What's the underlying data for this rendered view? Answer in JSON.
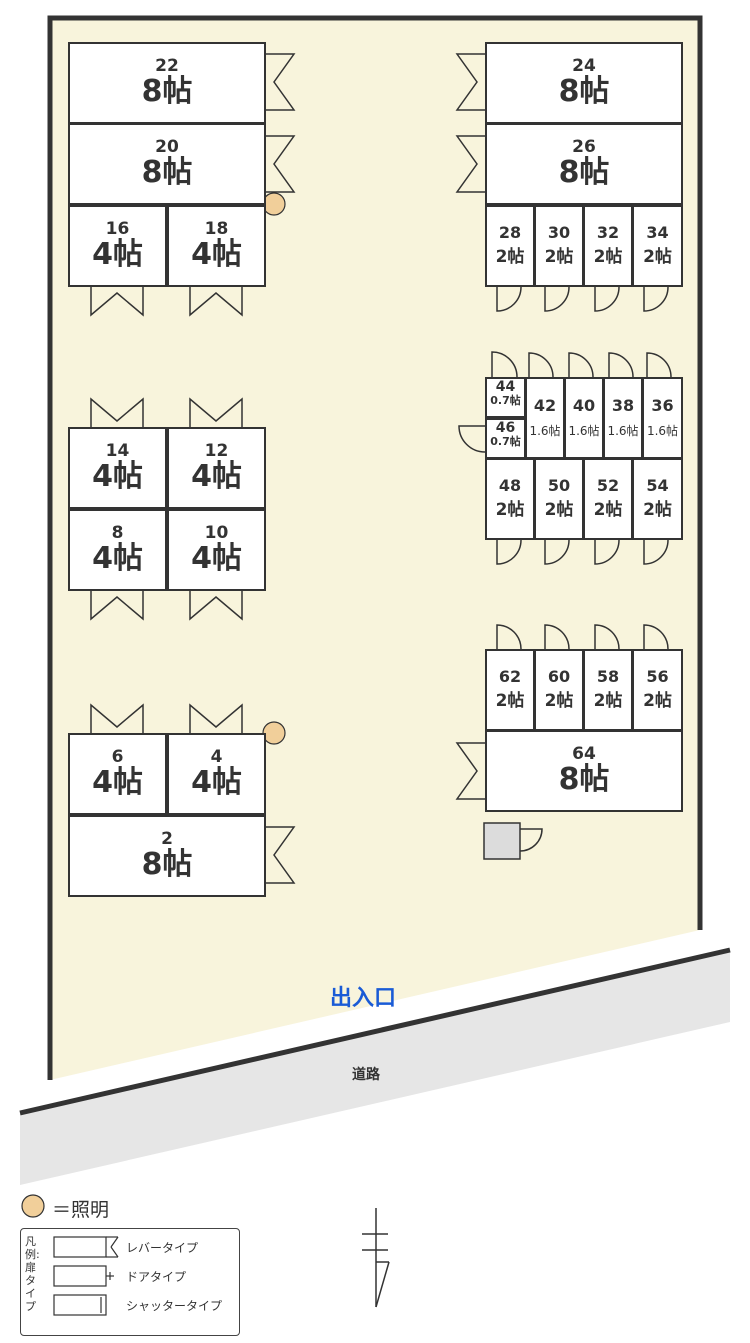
{
  "units": [
    {
      "id": "22",
      "size": "8帖"
    },
    {
      "id": "20",
      "size": "8帖"
    },
    {
      "id": "16",
      "size": "4帖"
    },
    {
      "id": "18",
      "size": "4帖"
    },
    {
      "id": "14",
      "size": "4帖"
    },
    {
      "id": "12",
      "size": "4帖"
    },
    {
      "id": "8",
      "size": "4帖"
    },
    {
      "id": "10",
      "size": "4帖"
    },
    {
      "id": "6",
      "size": "4帖"
    },
    {
      "id": "4",
      "size": "4帖"
    },
    {
      "id": "2",
      "size": "8帖"
    },
    {
      "id": "24",
      "size": "8帖"
    },
    {
      "id": "26",
      "size": "8帖"
    },
    {
      "id": "28",
      "size": "2帖"
    },
    {
      "id": "30",
      "size": "2帖"
    },
    {
      "id": "32",
      "size": "2帖"
    },
    {
      "id": "34",
      "size": "2帖"
    },
    {
      "id": "44",
      "size": "0.7帖"
    },
    {
      "id": "46",
      "size": "0.7帖"
    },
    {
      "id": "42",
      "size": "1.6帖"
    },
    {
      "id": "40",
      "size": "1.6帖"
    },
    {
      "id": "38",
      "size": "1.6帖"
    },
    {
      "id": "36",
      "size": "1.6帖"
    },
    {
      "id": "48",
      "size": "2帖"
    },
    {
      "id": "50",
      "size": "2帖"
    },
    {
      "id": "52",
      "size": "2帖"
    },
    {
      "id": "54",
      "size": "2帖"
    },
    {
      "id": "62",
      "size": "2帖"
    },
    {
      "id": "60",
      "size": "2帖"
    },
    {
      "id": "58",
      "size": "2帖"
    },
    {
      "id": "56",
      "size": "2帖"
    },
    {
      "id": "64",
      "size": "8帖"
    }
  ],
  "entrance": "出入口",
  "road": "道路",
  "legend": {
    "light": "＝照明",
    "title": "凡例:扉タイプ",
    "items": [
      "レバータイプ",
      "ドアタイプ",
      "シャッタータイプ"
    ]
  },
  "colors": {
    "lot": "#f8f4dc",
    "road": "#e6e6e6",
    "wall": "#333333",
    "light": "#f1cf9a",
    "entrance": "#1a5bd6",
    "box": "#dcdcdc"
  }
}
